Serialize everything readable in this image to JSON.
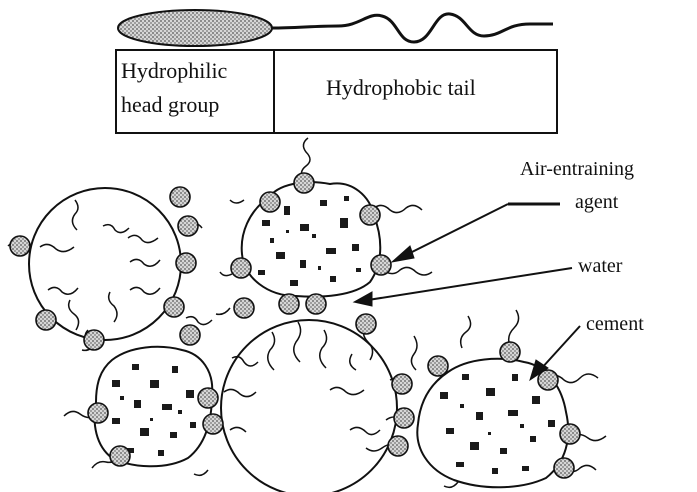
{
  "legend": {
    "head_label_line1": "Hydrophilic",
    "head_label_line2": "head group",
    "tail_label": "Hydrophobic tail"
  },
  "callouts": {
    "air_entraining_line1": "Air-entraining",
    "air_entraining_line2": "agent",
    "water": "water",
    "cement": "cement"
  },
  "colors": {
    "ink": "#111111",
    "head_fill": "#bdbdbd",
    "speckle": "#1a1a1a",
    "background": "#ffffff"
  }
}
